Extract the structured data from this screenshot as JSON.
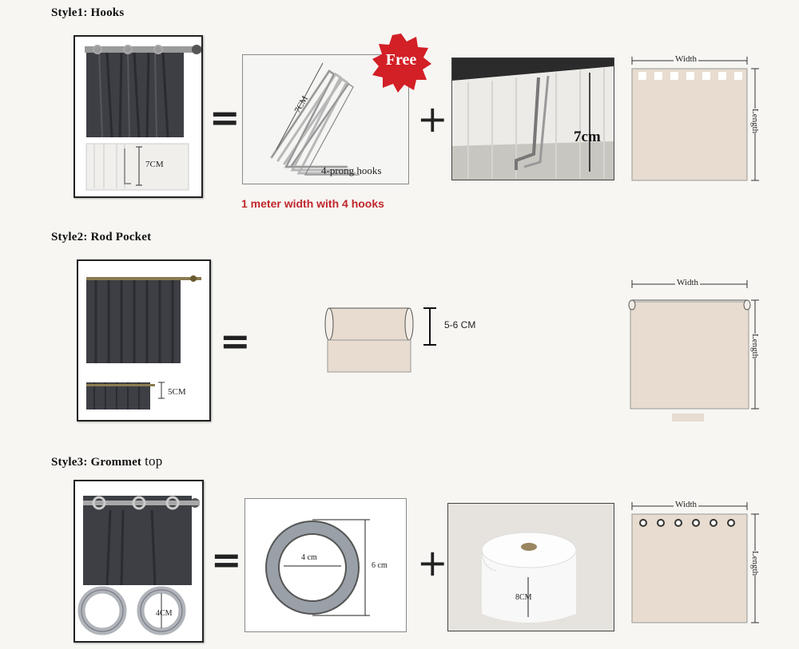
{
  "colors": {
    "fabric": "#e7dccf",
    "curtain_dark": "#3d3f45",
    "free_badge": "#d31f26",
    "caption_red": "#c0272d"
  },
  "style1": {
    "title": "Style1: Hooks",
    "title_prefix": "Style1",
    "title_suffix": ": Hooks",
    "equals": "=",
    "plus": "+",
    "tape_dim": "7CM",
    "hooks_dim": "7CM",
    "hooks_label": "4-prong hooks",
    "free_badge": "Free",
    "caption": "1 meter width with 4 hooks",
    "hook_tape_dim": "7cm",
    "width_label": "Width",
    "length_label": "Length"
  },
  "style2": {
    "title_prefix": "Style2",
    "title_suffix": ": Rod Pocket",
    "equals": "=",
    "pocket_dim": "5-6 CM",
    "small_dim": "5CM",
    "width_label": "Width",
    "length_label": "Length"
  },
  "style3": {
    "title_prefix": "Style3",
    "title_suffix": ": Grommet",
    "title_extra": "top",
    "equals": "=",
    "plus": "+",
    "ring_dim": "4CM",
    "inner_dim": "4 cm",
    "outer_dim": "6 cm",
    "tape_dim": "8CM",
    "width_label": "Width",
    "length_label": "Length"
  }
}
